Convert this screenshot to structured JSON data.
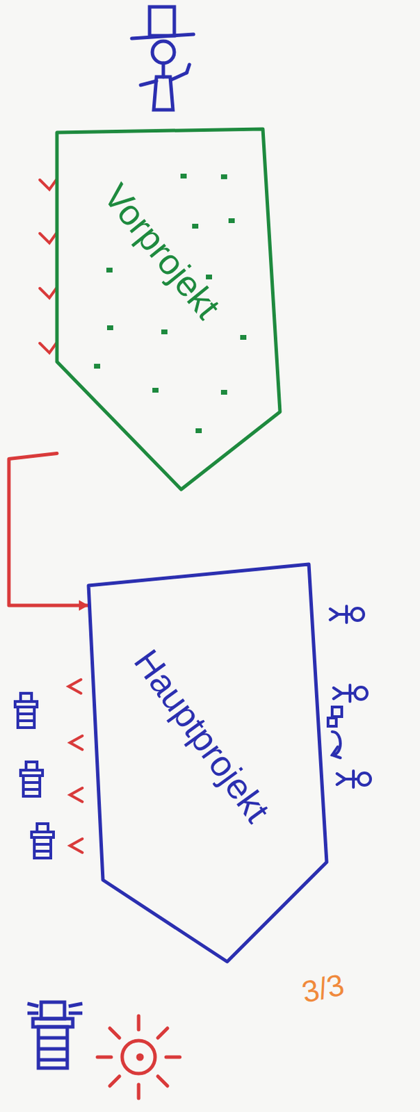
{
  "diagram": {
    "nodes": [
      {
        "text": [
          "Vorprojekt"
        ]
      },
      {
        "text": [
          "Hauptprojekt"
        ]
      }
    ],
    "edges": [
      {
        "from": 0,
        "to": 1,
        "arrow": "to"
      }
    ],
    "labels": [
      "3/3"
    ]
  }
}
